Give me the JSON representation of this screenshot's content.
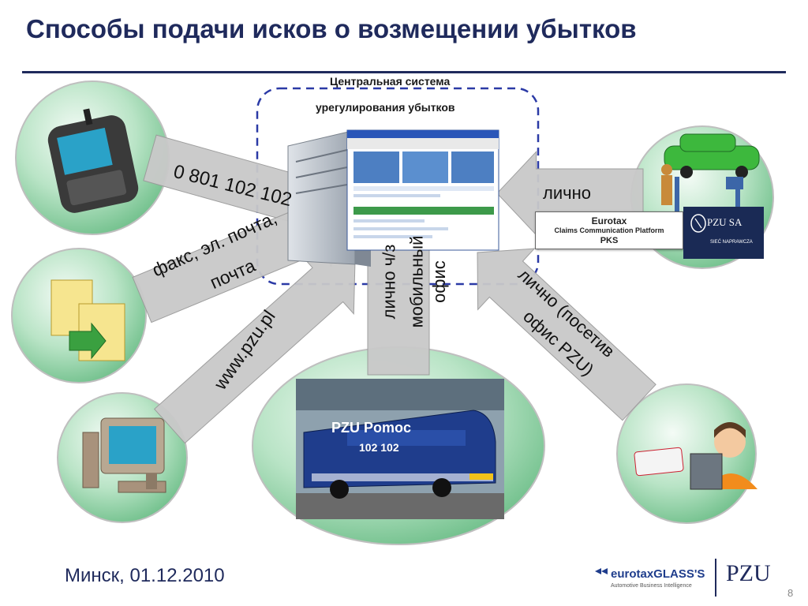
{
  "slide": {
    "title": "Способы подачи исков о возмещении убытков",
    "central_system_line1": "Центральная система",
    "central_system_line2": "урегулирования убытков",
    "footer_date": "Минск, 01.12.2010",
    "page_number": "8"
  },
  "channels": {
    "phone": "0 801 102 102",
    "fax_line1": "факс, эл. почта,",
    "fax_line2": "почта",
    "web": "www.pzu.pl",
    "mobile_line1": "лично ч/з",
    "mobile_line2": "мобильный",
    "mobile_line3": "офис",
    "office_line1": "лично (посетив",
    "office_line2": "офис PZU)",
    "personal": "лично"
  },
  "kiosk": {
    "line1": "Eurotax",
    "line2": "Claims Communication Platform",
    "line3": "PKS"
  },
  "badge": {
    "name": "PZU SA",
    "sub": "SIEĆ NAPRAWCZA"
  },
  "bus": {
    "brand": "PZU Pomoc",
    "number": "102 102"
  },
  "logos": {
    "eurotax": "eurotaxGLASS'S",
    "eurotax_tagline": "Automotive Business Intelligence",
    "pzu": "PZU"
  },
  "colors": {
    "title": "#1f2a5c",
    "circle_green": "#8fd3a3",
    "arrow_grey": "#c8c8c8",
    "dash_blue": "#2b3aa6"
  }
}
